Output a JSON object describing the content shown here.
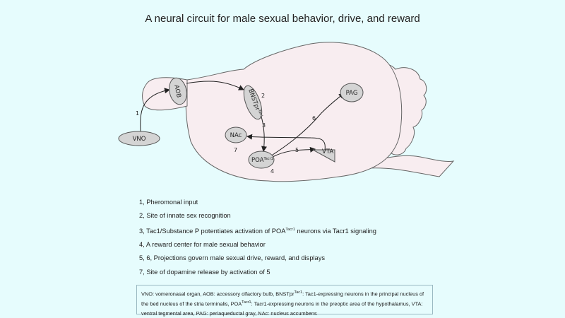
{
  "title": "A neural circuit for male sexual behavior, drive, and reward",
  "regions": {
    "vno": "VNO",
    "aob": "AOB",
    "bnst": "BNSTpr",
    "bnst_sup": "Tac1",
    "nac": "NAc",
    "poa": "POA",
    "poa_sup": "Tacr1",
    "vta": "VTA",
    "pag": "PAG"
  },
  "numbers": {
    "n1": "1",
    "n2": "2",
    "n3": "3",
    "n4": "4",
    "n5": "5",
    "n6": "6",
    "n7": "7"
  },
  "list": [
    {
      "text": "1, Pheromonal input"
    },
    {
      "text": "2, Site of innate sex recognition"
    },
    {
      "pre": "3, Tac1/Substance P potentiates activation of POA",
      "sup": "Tacr1",
      "post": " neurons via Tacr1 signaling"
    },
    {
      "text": "4, A reward center for male sexual behavior"
    },
    {
      "text": "5, 6, Projections govern male sexual drive, reward, and displays"
    },
    {
      "text": "7, Site of dopamine release by activation of 5"
    }
  ],
  "legend": {
    "a": "VNO: vomeronasal organ,  AOB: accessory olfactory bulb,  BNSTpr",
    "a_sup": "Tac1",
    "b": ": Tac1-expressing neurons in the principal nucleus of the bed nucleus of the stria terminalis,  POA",
    "b_sup": "Tacr1",
    "c": ": Tacr1-expressing neurons in the preoptic area of the hypothalamus, VTA: ventral tegmental area,  PAG: periaqueductal gray,  NAc: nucleus accumbens"
  },
  "colors": {
    "background": "#e6fcfd",
    "brain": "#f8edf0",
    "node": "#d4d4d4"
  }
}
